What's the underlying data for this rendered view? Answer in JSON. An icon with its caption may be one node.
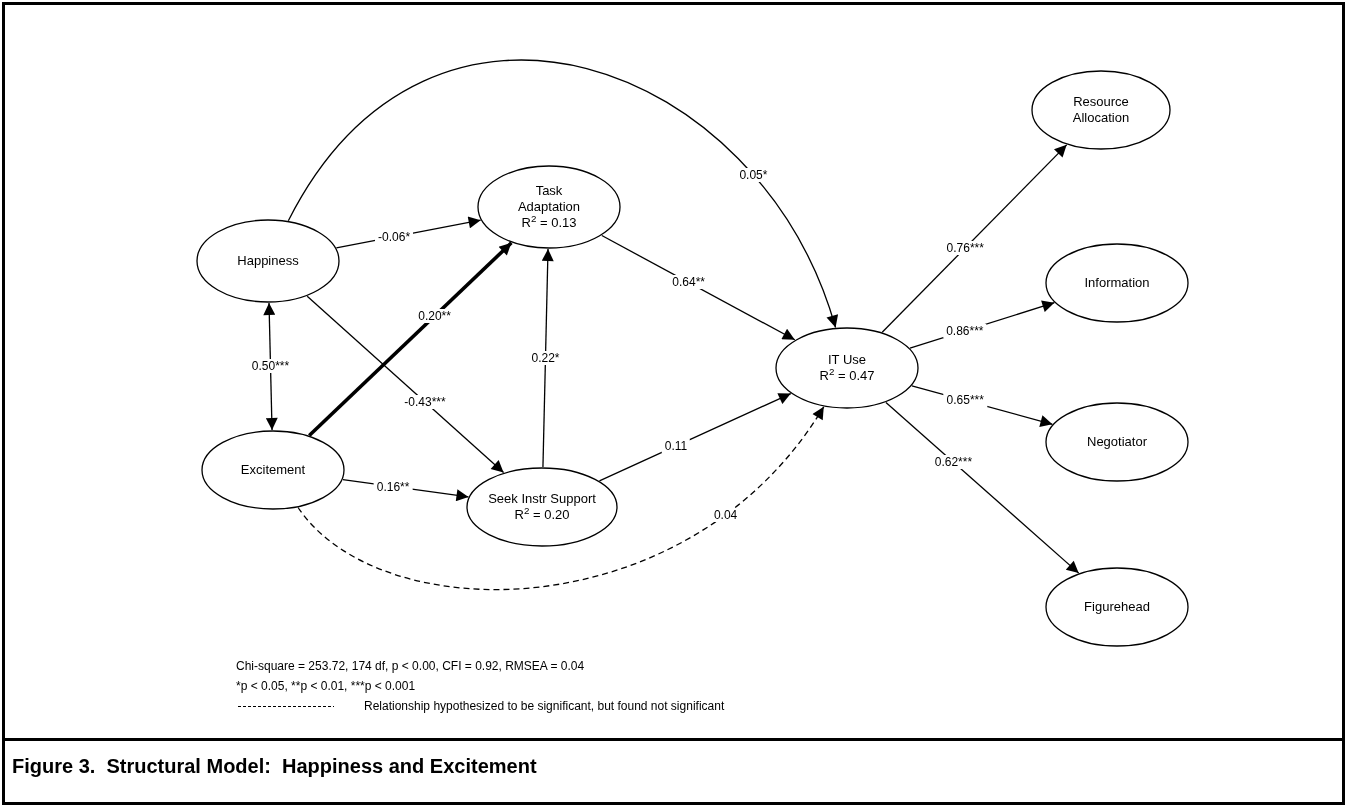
{
  "diagram": {
    "title": "Figure 3.  Structural Model:  Happiness and Excitement",
    "nodes": [
      {
        "text": [
          "Happiness"
        ]
      },
      {
        "text": [
          "Excitement"
        ]
      },
      {
        "text": [
          "Task Adaptation",
          "R$^{2}$ = 0.13"
        ]
      },
      {
        "text": [
          "Seek Instr Support",
          "R$^{2}$ = 0.20"
        ]
      },
      {
        "text": [
          "IT Use",
          "R$^{2}$ = 0.47"
        ]
      },
      {
        "text": [
          "Resource Allocation"
        ]
      },
      {
        "text": [
          "Information"
        ]
      },
      {
        "text": [
          "Negotiator"
        ]
      },
      {
        "text": [
          "Figurehead"
        ]
      }
    ],
    "edges": [
      {
        "from": 0,
        "to": 4,
        "arrow": "to",
        "label": "0.05*"
      },
      {
        "from": 0,
        "to": 2,
        "arrow": "to",
        "label": "-0.06*"
      },
      {
        "from": 0,
        "to": 1,
        "arrow": "both",
        "label": "0.50***"
      },
      {
        "from": 0,
        "to": 3,
        "arrow": "to",
        "label": "-0.43***"
      },
      {
        "from": 1,
        "to": 2,
        "arrow": "to",
        "label": "0.20**",
        "style": "thick"
      },
      {
        "from": 1,
        "to": 3,
        "arrow": "to",
        "label": "0.16**"
      },
      {
        "from": 3,
        "to": 2,
        "arrow": "to",
        "label": "0.22*"
      },
      {
        "from": 2,
        "to": 4,
        "arrow": "to",
        "label": "0.64**"
      },
      {
        "from": 3,
        "to": 4,
        "arrow": "to",
        "label": "0.11"
      },
      {
        "from": 1,
        "to": 4,
        "arrow": "to",
        "label": "0.04",
        "style": "dashed"
      },
      {
        "from": 4,
        "to": 5,
        "arrow": "to",
        "label": "0.76***"
      },
      {
        "from": 4,
        "to": 6,
        "arrow": "to",
        "label": "0.86***"
      },
      {
        "from": 4,
        "to": 7,
        "arrow": "to",
        "label": "0.65***"
      },
      {
        "from": 4,
        "to": 8,
        "arrow": "to",
        "label": "0.62***"
      }
    ],
    "labels": [
      "Chi-square  = 253.72, 174 df, p < 0.00, CFI = 0.92, RMSEA = 0.04",
      "*p < 0.05, **p < 0.01, ***p < 0.001"
    ],
    "legend": [
      {
        "text": "Relationship hypothesized to be significant, but found not significant"
      }
    ]
  }
}
